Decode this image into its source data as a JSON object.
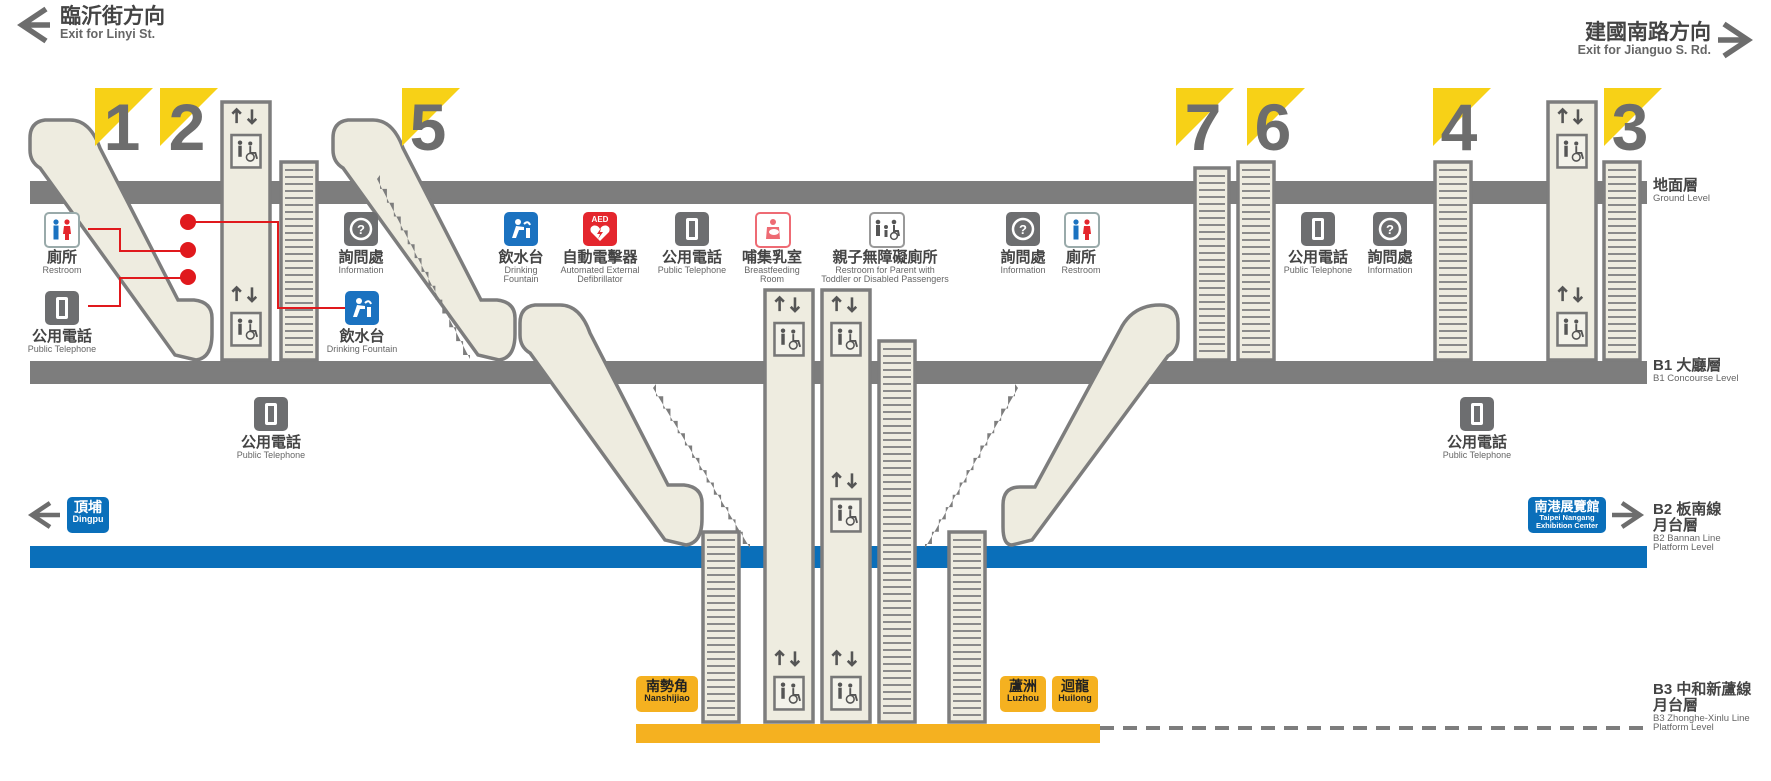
{
  "colors": {
    "structure": "#7d7d7d",
    "fill": "#eeece0",
    "exit_yellow": "#f7d117",
    "bannan_blue": "#0a6fba",
    "zhonghe_orange": "#f5b120",
    "icon_gray": "#6d6e70",
    "icon_blue": "#1b72c0",
    "icon_red": "#e4262d",
    "icon_pink": "#ee6b74",
    "route_red": "#e0191d"
  },
  "directions": {
    "left": {
      "zh": "臨沂街方向",
      "en": "Exit for Linyi St.",
      "icon": "arrow-left-icon"
    },
    "right": {
      "zh": "建國南路方向",
      "en": "Exit for Jianguo S. Rd.",
      "icon": "arrow-right-icon"
    }
  },
  "exits": [
    "1",
    "2",
    "5",
    "7",
    "6",
    "4",
    "3"
  ],
  "levels": {
    "ground": {
      "zh": "地面層",
      "en": "Ground Level"
    },
    "b1": {
      "zh": "B1 大廳層",
      "en": "B1 Concourse Level"
    },
    "b2": {
      "zh1": "B2 板南線",
      "zh2": "月台層",
      "en1": "B2 Bannan Line",
      "en2": "Platform Level"
    },
    "b3": {
      "zh1": "B3 中和新蘆線",
      "zh2": "月台層",
      "en1": "B3 Zhonghe-Xinlu Line",
      "en2": "Platform Level"
    }
  },
  "facilities": {
    "restroom_left": {
      "zh": "廁所",
      "en": "Restroom",
      "icon": "restroom-icon"
    },
    "phone_left": {
      "zh": "公用電話",
      "en": "Public Telephone",
      "icon": "telephone-icon"
    },
    "info_left": {
      "zh": "詢問處",
      "en": "Information",
      "icon": "information-icon"
    },
    "fountain_left": {
      "zh": "飲水台",
      "en": "Drinking Fountain",
      "icon": "drinking-fountain-icon"
    },
    "fountain_mid": {
      "zh": "飲水台",
      "en1": "Drinking",
      "en2": "Fountain",
      "icon": "drinking-fountain-icon"
    },
    "aed": {
      "zh": "自動電擊器",
      "en1": "Automated External",
      "en2": "Defibrillator",
      "badge": "AED",
      "icon": "aed-icon"
    },
    "phone_mid": {
      "zh": "公用電話",
      "en": "Public Telephone",
      "icon": "telephone-icon"
    },
    "breastfeeding": {
      "zh": "哺集乳室",
      "en1": "Breastfeeding",
      "en2": "Room",
      "icon": "breastfeeding-icon"
    },
    "family_restroom": {
      "zh": "親子無障礙廁所",
      "en1": "Restroom for Parent with",
      "en2": "Toddler or Disabled Passengers",
      "icon": "family-restroom-icon"
    },
    "info_right": {
      "zh": "詢問處",
      "en": "Information",
      "icon": "information-icon"
    },
    "restroom_right": {
      "zh": "廁所",
      "en": "Restroom",
      "icon": "restroom-icon"
    },
    "phone_right": {
      "zh": "公用電話",
      "en": "Public Telephone",
      "icon": "telephone-icon"
    },
    "info_right2": {
      "zh": "詢問處",
      "en": "Information",
      "icon": "information-icon"
    },
    "phone_b1_left": {
      "zh": "公用電話",
      "en": "Public Telephone",
      "icon": "telephone-icon"
    },
    "phone_b1_right": {
      "zh": "公用電話",
      "en": "Public Telephone",
      "icon": "telephone-icon"
    }
  },
  "stations": {
    "dingpu": {
      "zh": "頂埔",
      "en": "Dingpu"
    },
    "nangang": {
      "zh": "南港展覽館",
      "en1": "Taipei Nangang",
      "en2": "Exhibition Center"
    },
    "nanshijiao": {
      "zh": "南勢角",
      "en": "Nanshijiao"
    },
    "luzhou": {
      "zh": "蘆洲",
      "en": "Luzhou"
    },
    "huilong": {
      "zh": "迴龍",
      "en": "Huilong"
    }
  }
}
